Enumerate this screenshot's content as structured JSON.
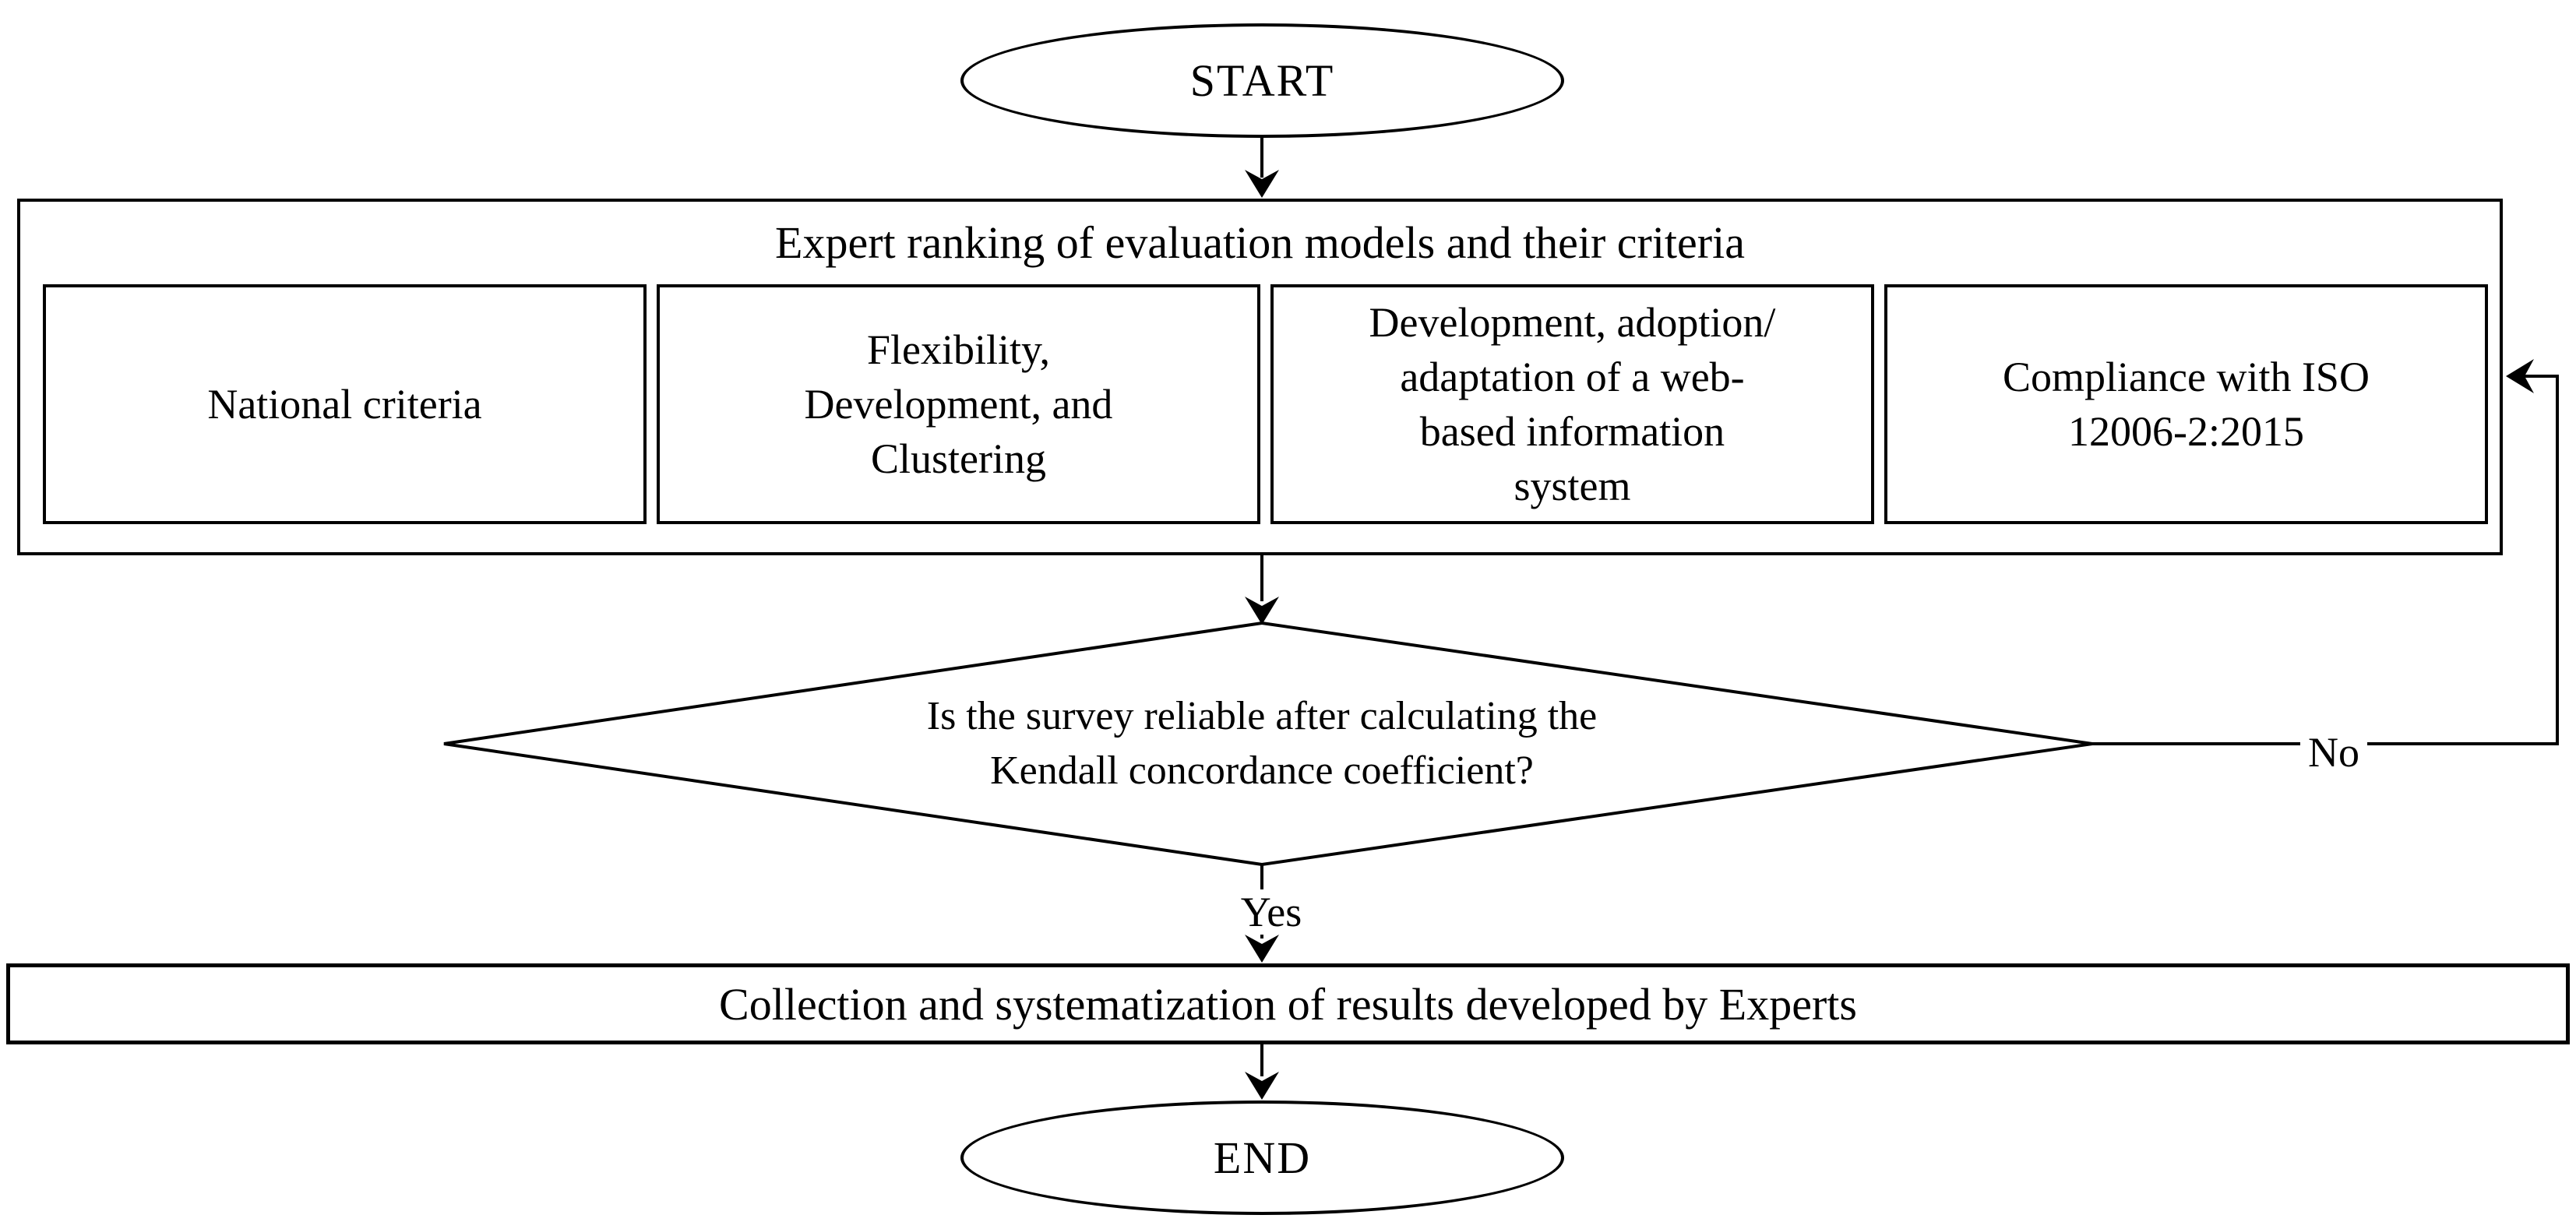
{
  "flowchart": {
    "start_label": "START",
    "end_label": "END",
    "ranking_box": {
      "title": "Expert ranking of evaluation models and their criteria",
      "criteria": [
        {
          "lines": [
            "National criteria"
          ]
        },
        {
          "lines": [
            "Flexibility,",
            "Development, and",
            "Clustering"
          ]
        },
        {
          "lines": [
            "Development, adoption/",
            "adaptation of a web-",
            "based information",
            "system"
          ]
        },
        {
          "lines": [
            "Compliance with ISO",
            "12006-2:2015"
          ]
        }
      ]
    },
    "decision": {
      "lines": [
        "Is the survey reliable after calculating the",
        "Kendall concordance coefficient?"
      ],
      "yes_label": "Yes",
      "no_label": "No"
    },
    "collection_box": {
      "label": "Collection and systematization of results developed by Experts"
    }
  },
  "colors": {
    "ink": "#000000",
    "background": "#ffffff"
  }
}
